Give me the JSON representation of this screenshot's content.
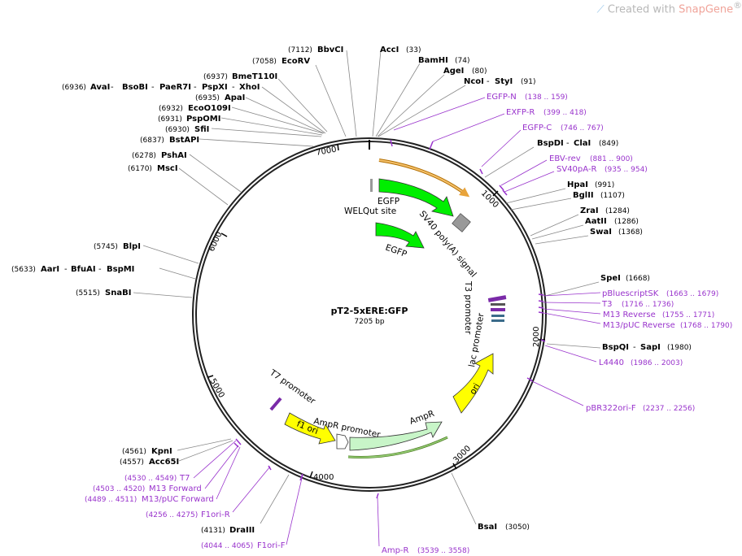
{
  "brand": {
    "prefix": "Created with ",
    "name": "SnapGene",
    "mark": "®"
  },
  "plasmid": {
    "name": "pT2-5xERE:GFP",
    "length": "7205 bp"
  },
  "ticks": [
    "1000",
    "2000",
    "3000",
    "4000",
    "5000",
    "6000",
    "7000"
  ],
  "features": {
    "egfp_top": "EGFP",
    "welqut": "WELQut site",
    "sv40": "SV40 poly(A) signal",
    "egfp_inner": "EGFP",
    "t3_promoter": "T3 promoter",
    "lac_promoter": "lac promoter",
    "ori": "ori",
    "ampr": "AmpR",
    "ampr_promoter": "AmpR promoter",
    "f1_ori": "f1 ori",
    "t7_promoter": "T7 promoter"
  },
  "sites": {
    "bbvci": {
      "name": "BbvCI",
      "pos": "(7112)"
    },
    "ecorv": {
      "name": "EcoRV",
      "pos": "(7058)"
    },
    "bmet110i": {
      "name": "BmeT110I",
      "pos": "(6937)"
    },
    "avai_group": {
      "pos": "(6936)",
      "names": [
        "AvaI",
        "BsoBI",
        "PaeR7I",
        "PspXI",
        "XhoI"
      ]
    },
    "apai": {
      "name": "ApaI",
      "pos": "(6935)"
    },
    "ecoo109i": {
      "name": "EcoO109I",
      "pos": "(6932)"
    },
    "pspomi": {
      "name": "PspOMI",
      "pos": "(6931)"
    },
    "sfii": {
      "name": "SfiI",
      "pos": "(6930)"
    },
    "bstapi": {
      "name": "BstAPI",
      "pos": "(6837)"
    },
    "pshai": {
      "name": "PshAI",
      "pos": "(6278)"
    },
    "msci": {
      "name": "MscI",
      "pos": "(6170)"
    },
    "blpi": {
      "name": "BlpI",
      "pos": "(5745)"
    },
    "aari_group": {
      "pos": "(5633)",
      "names": [
        "AarI",
        "BfuAI",
        "BspMI"
      ]
    },
    "snabi": {
      "name": "SnaBI",
      "pos": "(5515)"
    },
    "kpni": {
      "name": "KpnI",
      "pos": "(4561)"
    },
    "acc65i": {
      "name": "Acc65I",
      "pos": "(4557)"
    },
    "drai": {
      "name": "DraIII",
      "pos": "(4131)"
    },
    "acci": {
      "name": "AccI",
      "pos": "(33)"
    },
    "bamhi": {
      "name": "BamHI",
      "pos": "(74)"
    },
    "agei": {
      "name": "AgeI",
      "pos": "(80)"
    },
    "ncoi_group": {
      "pos": "(91)",
      "names": [
        "NcoI",
        "StyI"
      ]
    },
    "bspdi_group": {
      "pos": "(849)",
      "names": [
        "BspDI",
        "ClaI"
      ]
    },
    "hpai": {
      "name": "HpaI",
      "pos": "(991)"
    },
    "bglii": {
      "name": "BglII",
      "pos": "(1107)"
    },
    "zrai": {
      "name": "ZraI",
      "pos": "(1284)"
    },
    "aatii": {
      "name": "AatII",
      "pos": "(1286)"
    },
    "swai": {
      "name": "SwaI",
      "pos": "(1368)"
    },
    "spei": {
      "name": "SpeI",
      "pos": "(1668)"
    },
    "bspqi_group": {
      "pos": "(1980)",
      "names": [
        "BspQI",
        "SapI"
      ]
    },
    "bsai": {
      "name": "BsaI",
      "pos": "(3050)"
    }
  },
  "primers": {
    "egfp_n": {
      "name": "EGFP-N",
      "range": "(138 .. 159)"
    },
    "exfp_r": {
      "name": "EXFP-R",
      "range": "(399 .. 418)"
    },
    "egfp_c": {
      "name": "EGFP-C",
      "range": "(746 .. 767)"
    },
    "ebv_rev": {
      "name": "EBV-rev",
      "range": "(881 .. 900)"
    },
    "sv40pa_r": {
      "name": "SV40pA-R",
      "range": "(935 .. 954)"
    },
    "pbluescriptsk": {
      "name": "pBluescriptSK",
      "range": "(1663 .. 1679)"
    },
    "t3": {
      "name": "T3",
      "range": "(1716 .. 1736)"
    },
    "m13_reverse": {
      "name": "M13 Reverse",
      "range": "(1755 .. 1771)"
    },
    "m13puc_reverse": {
      "name": "M13/pUC Reverse",
      "range": "(1768 .. 1790)"
    },
    "l4440": {
      "name": "L4440",
      "range": "(1986 .. 2003)"
    },
    "pbr322ori_f": {
      "name": "pBR322ori-F",
      "range": "(2237 .. 2256)"
    },
    "t7": {
      "name": "T7",
      "range": "(4530 .. 4549)"
    },
    "m13_forward": {
      "name": "M13 Forward",
      "range": "(4503 .. 4520)"
    },
    "m13puc_forward": {
      "name": "M13/pUC Forward",
      "range": "(4489 .. 4511)"
    },
    "f1ori_r": {
      "name": "F1ori-R",
      "range": "(4256 .. 4275)"
    },
    "f1ori_f": {
      "name": "F1ori-F",
      "range": "(4044 .. 4065)"
    },
    "amp_r": {
      "name": "Amp-R",
      "range": "(3539 .. 3558)"
    }
  },
  "colors": {
    "egfp": "#00ee00",
    "ampr": "#c8f5c8",
    "ori": "#ffff00",
    "primer": "#9933cc",
    "backbone": "#222222",
    "sv40": "#999999"
  }
}
